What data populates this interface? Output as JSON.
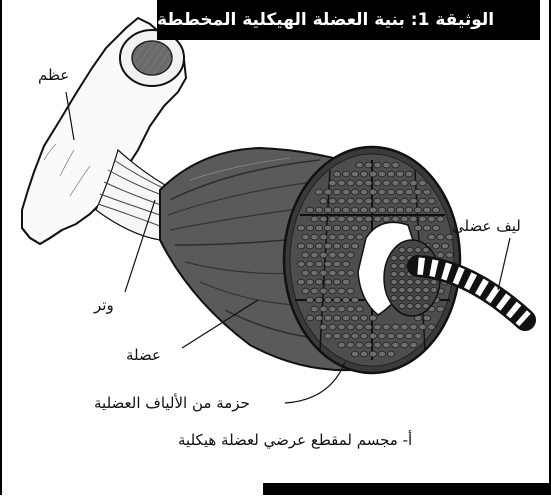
{
  "document": {
    "title": "الوثيقة 1: بنية العضلة الهيكلية المخططة"
  },
  "labels": {
    "bone": "عظم",
    "tendon": "وتر",
    "muscle": "عضلة",
    "muscle_fiber": "ليف عضلي",
    "fiber_bundle": "حزمة من الألياف العضلية"
  },
  "caption": "أ- مجسم لمقطع عرضي لعضلة هيكلية"
}
